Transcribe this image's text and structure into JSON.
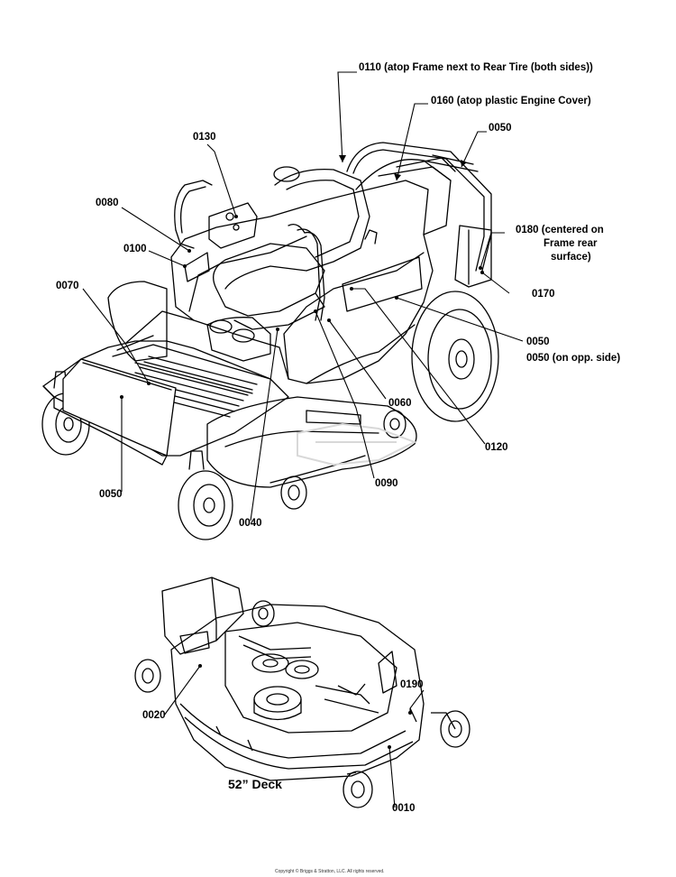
{
  "callouts": {
    "c0110": "0110 (atop Frame next to Rear Tire (both sides))",
    "c0160": "0160 (atop plastic Engine Cover)",
    "c0050_top": "0050",
    "c0130": "0130",
    "c0080": "0080",
    "c0100": "0100",
    "c0070": "0070",
    "c0180_a": "0180 (centered on",
    "c0180_b": "Frame rear",
    "c0180_c": "surface)",
    "c0170": "0170",
    "c0050_right": "0050",
    "c0050_opp": "0050 (on opp. side)",
    "c0060": "0060",
    "c0120": "0120",
    "c0050_left": "0050",
    "c0040": "0040",
    "c0090": "0090",
    "c0020": "0020",
    "c0190": "0190",
    "c0010": "0010"
  },
  "deck_title": "52” Deck",
  "copyright": "Copyright © Briggs & Stratton, LLC. All rights reserved."
}
